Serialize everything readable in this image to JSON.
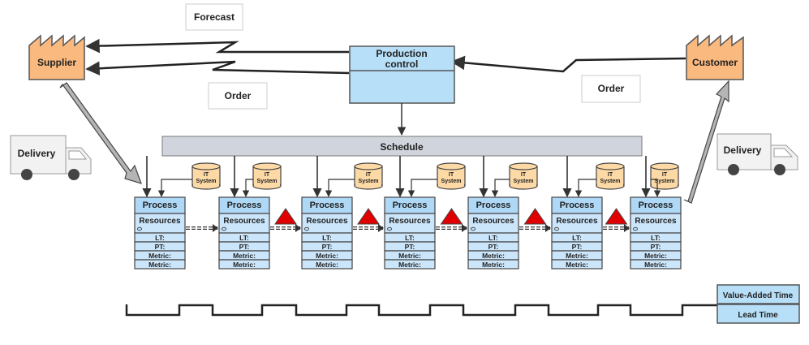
{
  "supplier": {
    "label": "Supplier"
  },
  "customer": {
    "label": "Customer"
  },
  "production_control": {
    "label_line1": "Production",
    "label_line2": "control"
  },
  "info_flows": {
    "forecast": "Forecast",
    "order_left": "Order",
    "order_right": "Order"
  },
  "delivery": {
    "left": "Delivery",
    "right": "Delivery"
  },
  "schedule": {
    "label": "Schedule"
  },
  "it_system": {
    "line1": "IT",
    "line2": "System"
  },
  "process_box": {
    "title": "Process",
    "resources": "Resources",
    "rows": [
      "LT:",
      "PT:",
      "Metric:",
      "Metric:"
    ]
  },
  "timeline": {
    "value_added": "Value-Added Time",
    "lead_time": "Lead Time"
  },
  "colors": {
    "factory": "#f9b97f",
    "process_fill": "#cbe6fb",
    "process_header": "#aed8f6",
    "schedule_bar": "#d0d4dc",
    "inventory_triangle": "#e00000",
    "it_system": "#fdd9a6"
  }
}
